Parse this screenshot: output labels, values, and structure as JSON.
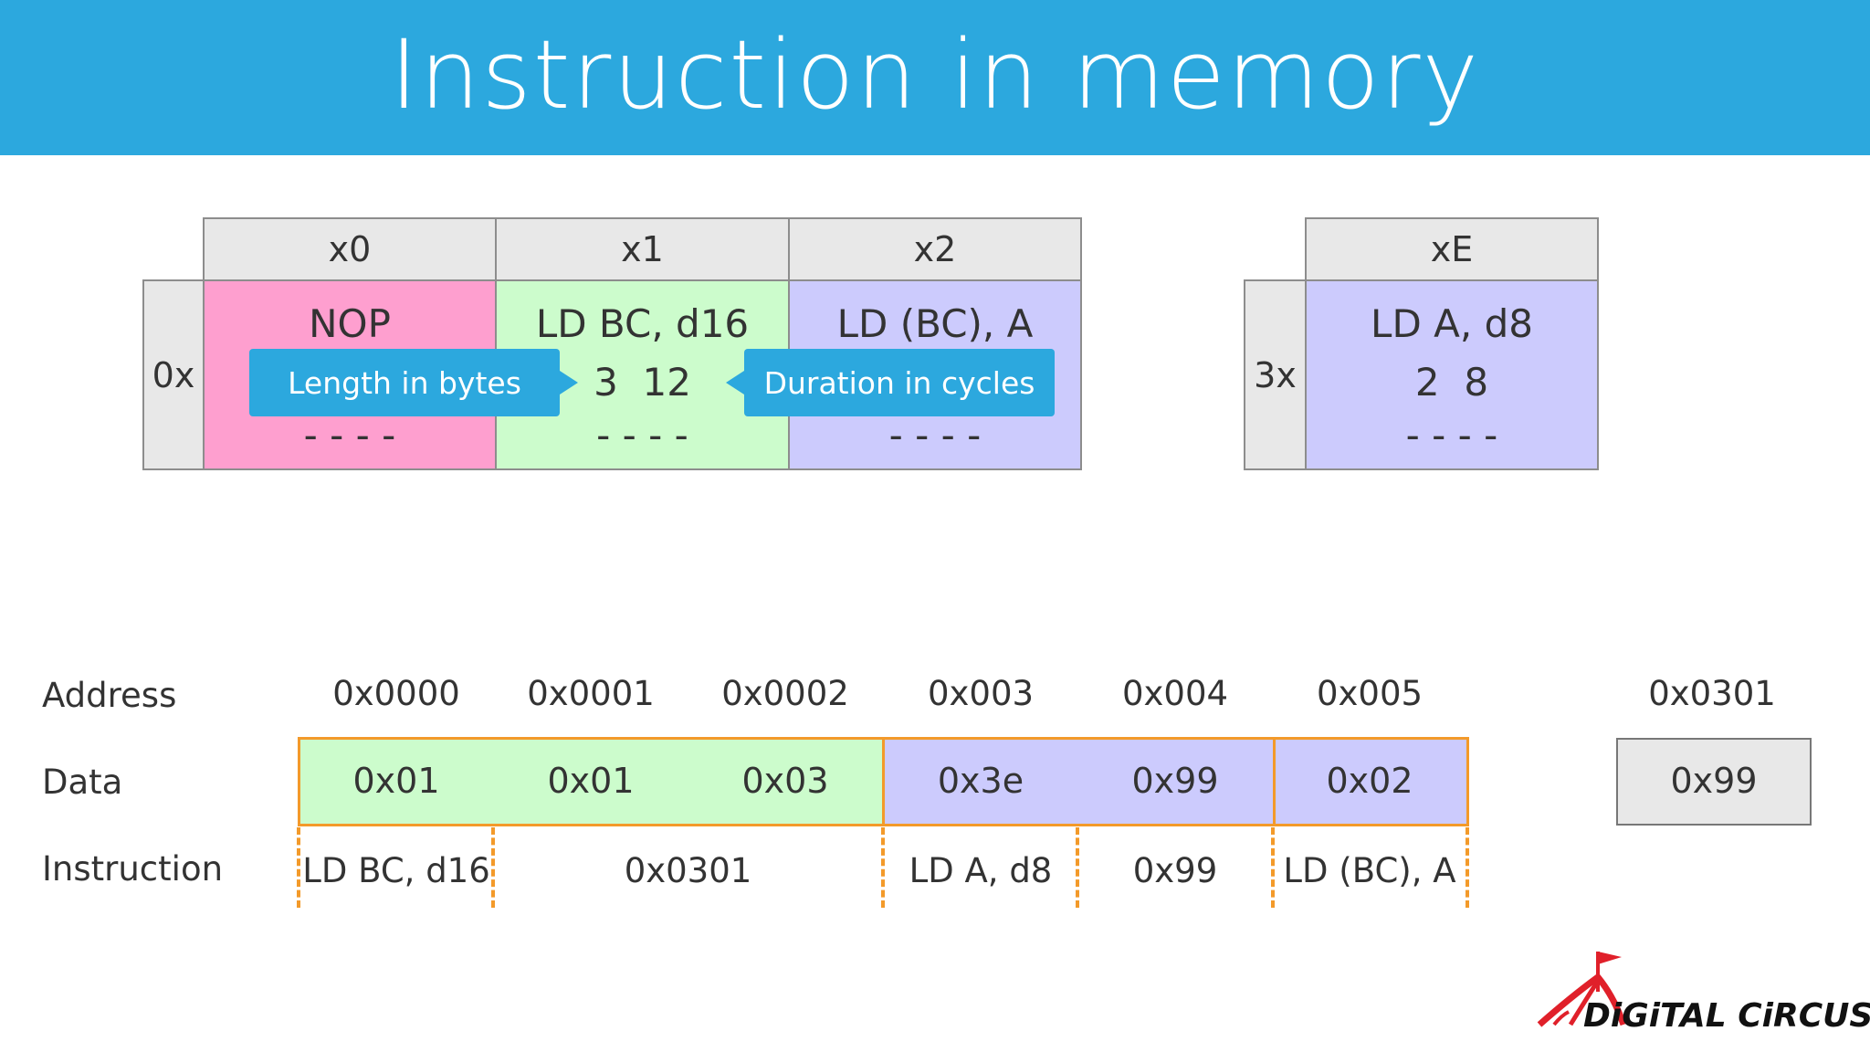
{
  "title": "Instruction in memory",
  "opcode_table": {
    "column_headers": [
      "x0",
      "x1",
      "x2"
    ],
    "row_label": "0x",
    "cells": [
      {
        "mnemonic": "NOP",
        "timing": "",
        "flags": "- - - -",
        "color": "#fe9fcf"
      },
      {
        "mnemonic": "LD BC, d16",
        "timing": "3  12",
        "flags": "- - - -",
        "color": "#ccfccc"
      },
      {
        "mnemonic": "LD (BC), A",
        "timing": "",
        "flags": "- - - -",
        "color": "#cccbfd"
      }
    ],
    "callouts": {
      "length": "Length in bytes",
      "duration": "Duration in cycles"
    }
  },
  "opcode_table_2": {
    "column_header": "xE",
    "row_label": "3x",
    "cell": {
      "mnemonic": "LD A, d8",
      "timing": "2  8",
      "flags": "- - - -",
      "color": "#cccbfd"
    }
  },
  "memory": {
    "labels": {
      "address": "Address",
      "data": "Data",
      "instruction": "Instruction"
    },
    "addresses": [
      "0x0000",
      "0x0001",
      "0x0002",
      "0x003",
      "0x004",
      "0x005"
    ],
    "data": [
      "0x01",
      "0x01",
      "0x03",
      "0x3e",
      "0x99",
      "0x02"
    ],
    "instructions": [
      "LD BC, d16",
      "0x0301",
      "LD A, d8",
      "0x99",
      "LD (BC), A"
    ],
    "extra": {
      "address": "0x0301",
      "data": "0x99"
    }
  },
  "logo": {
    "text": "DiGiTAL CiRCUS"
  },
  "colors": {
    "banner": "#2ca8de",
    "accent_orange": "#f39a2a",
    "pink": "#fe9fcf",
    "green": "#ccfccc",
    "lavender": "#cccbfd",
    "logo_red": "#e0202a"
  }
}
